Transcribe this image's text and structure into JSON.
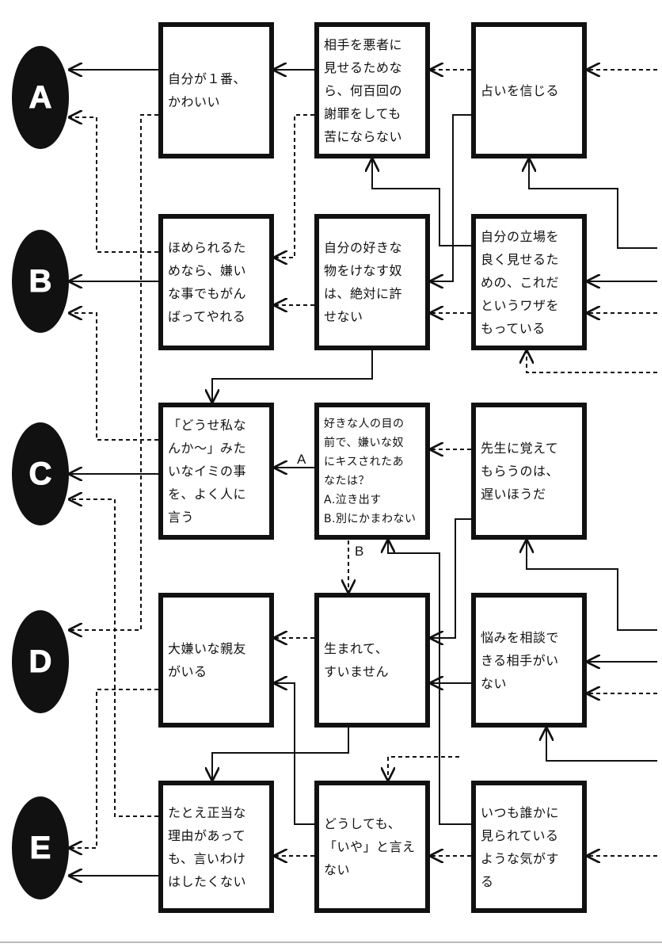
{
  "results": [
    "A",
    "B",
    "C",
    "D",
    "E"
  ],
  "boxes": {
    "r1c1": "自分が１番、\nかわいい",
    "r1c2": "相手を悪者に\n見せるためな\nら、何百回の\n謝罪をしても\n苦にならない",
    "r1c3": "占いを信じる",
    "r2c1": "ほめられるた\nめなら、嫌い\nな事でもがん\nばってやれる",
    "r2c2": "自分の好きな\n物をけなす奴\nは、絶対に許\nせない",
    "r2c3": "自分の立場を\n良く見せるた\nめの、これだ\nというワザを\nもっている",
    "r3c1": "「どうせ私な\nんか～」みた\nいなイミの事\nを、よく人に\n言う",
    "r3c2": "好きな人の目の\n前で、嫌いな奴\nにキスされたあ\nなたは？\nA.泣き出す\nB.別にかまわない",
    "r3c3": "先生に覚えて\nもらうのは、\n遅いほうだ",
    "r4c1": "大嫌いな親友\nがいる",
    "r4c2": "生まれて、\nすいません",
    "r4c3": "悩みを相談で\nきる相手がい\nない",
    "r5c1": "たとえ正当な\n理由があって\nも、言いわけ\nはしたくない",
    "r5c2": "どうしても、\n「いや」と言え\nない",
    "r5c3": "いつも誰かに\n見られている\nような気がす\nる"
  },
  "branch_labels": {
    "a": "A",
    "b": "B"
  }
}
